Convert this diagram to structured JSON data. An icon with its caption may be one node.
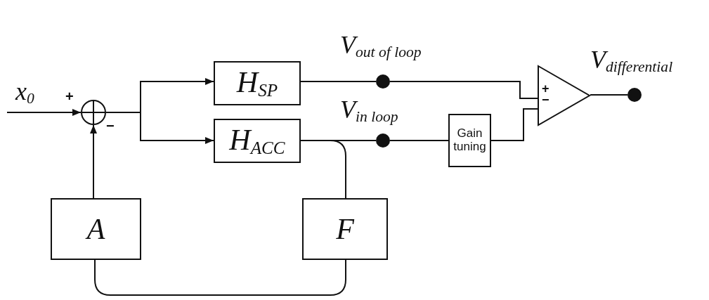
{
  "diagram": {
    "nodes": [
      {
        "text": [],
        "shape": "circle",
        "beside": [
          "+",
          "−"
        ]
      },
      {
        "text": [
          "H$_{SP}$"
        ]
      },
      {
        "text": [
          "H$_{ACC}$"
        ]
      },
      {
        "text": [
          "A"
        ]
      },
      {
        "text": [
          "F"
        ]
      },
      {
        "text": [],
        "shape": "circle",
        "beside": [
          "V$_{out of loop}$"
        ]
      },
      {
        "text": [],
        "shape": "circle",
        "beside": [
          "V$_{in loop}$"
        ]
      },
      {
        "text": [
          "Gain tuning"
        ]
      },
      {
        "text": [
          "+",
          "−"
        ]
      },
      {
        "text": [],
        "shape": "circle",
        "beside": [
          "V$_{differential}$"
        ]
      }
    ],
    "edges": [
      {
        "from": null,
        "to": 0,
        "arrow": "to",
        "label": "x$_{0}$"
      },
      {
        "from": 0,
        "to": 1,
        "arrow": "to"
      },
      {
        "from": 0,
        "to": 2,
        "arrow": "to"
      },
      {
        "from": 3,
        "to": 0,
        "arrow": "to"
      },
      {
        "from": 1,
        "to": 5,
        "arrow": "none"
      },
      {
        "from": 5,
        "to": 8,
        "arrow": "none"
      },
      {
        "from": 2,
        "to": 6,
        "arrow": "none"
      },
      {
        "from": 6,
        "to": 7,
        "arrow": "none"
      },
      {
        "from": 7,
        "to": 8,
        "arrow": "none"
      },
      {
        "from": 8,
        "to": 9,
        "arrow": "none"
      },
      {
        "from": 2,
        "to": 4,
        "arrow": "none"
      },
      {
        "from": 4,
        "to": 3,
        "arrow": "none"
      }
    ]
  }
}
